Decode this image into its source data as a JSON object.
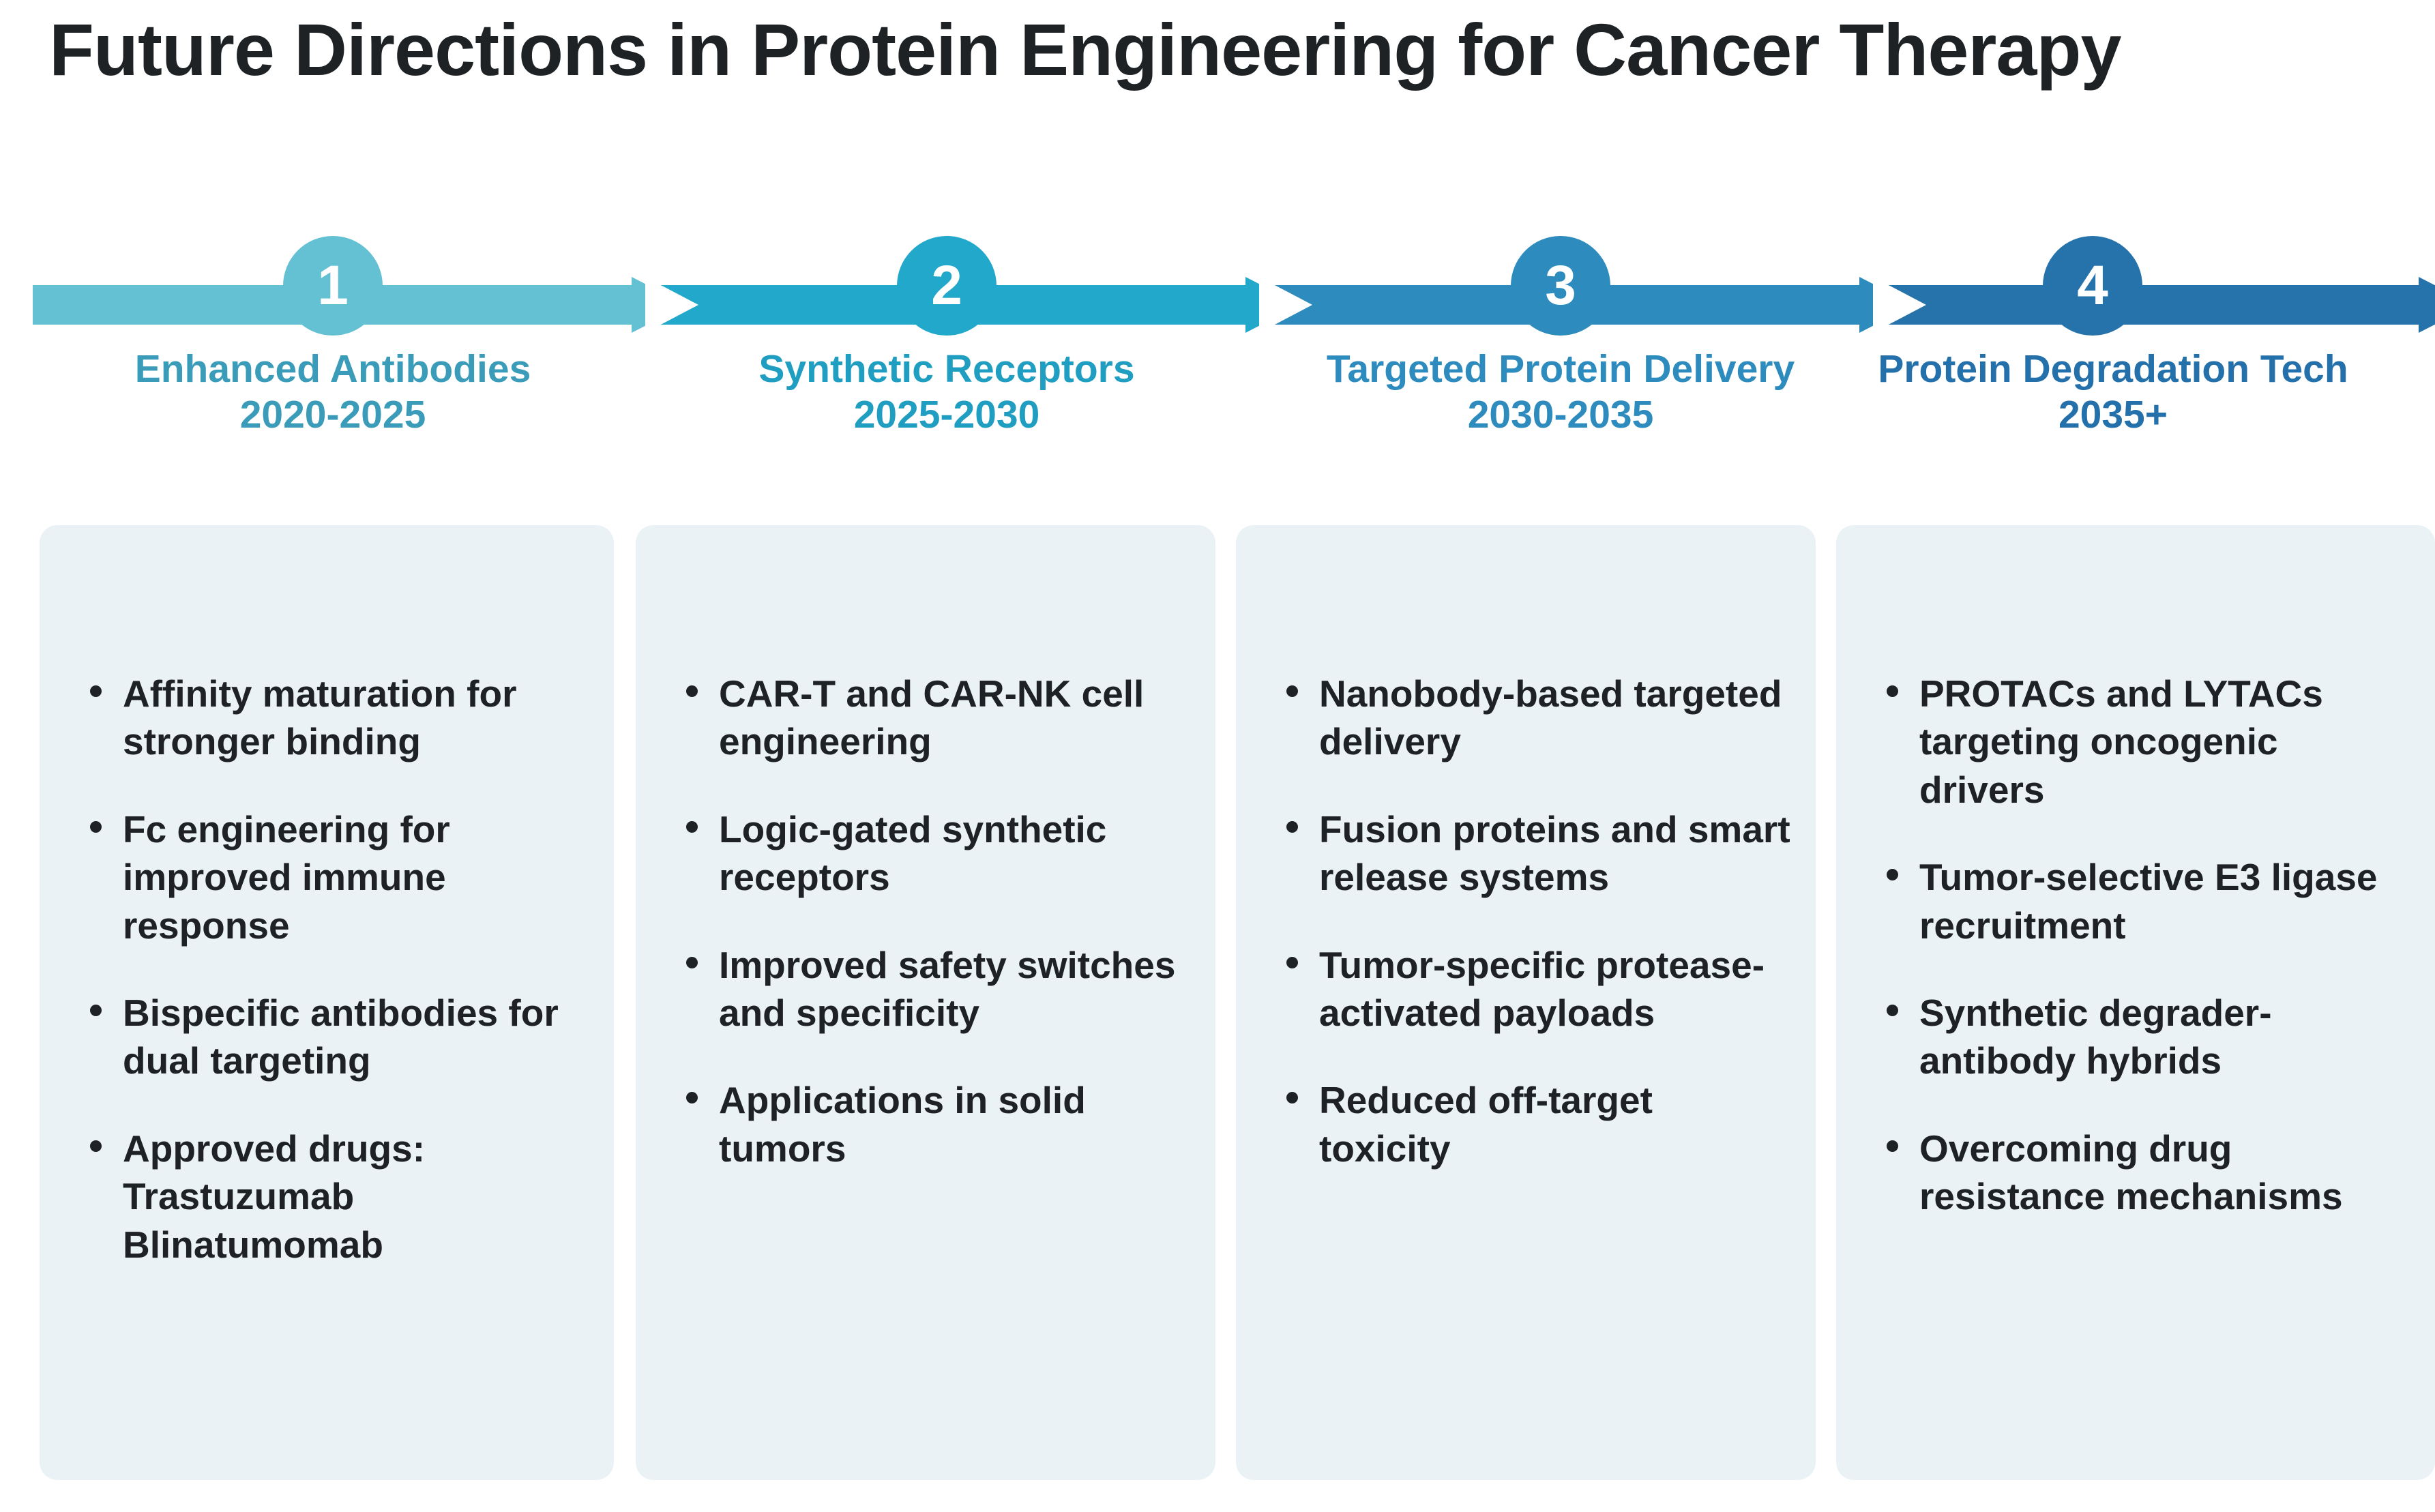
{
  "title": "Future Directions in Protein Engineering for Cancer Therapy",
  "colors": {
    "stage1": "#64c0d3",
    "stage2": "#22a8cb",
    "stage3": "#2d8bbd",
    "stage4": "#2673ab",
    "card_bg": "#eaf2f5",
    "text": "#1f2224",
    "page_bg": "#ffffff"
  },
  "timeline": {
    "stages": [
      {
        "number": "1",
        "name": "Enhanced Antibodies",
        "range": "2020-2025",
        "color": "#64c0d3",
        "label_color": "#3a9cb8"
      },
      {
        "number": "2",
        "name": "Synthetic Receptors",
        "range": "2025-2030",
        "color": "#22a8cb",
        "label_color": "#1f9ec1"
      },
      {
        "number": "3",
        "name": "Targeted Protein Delivery",
        "range": "2030-2035",
        "color": "#2d8bbd",
        "label_color": "#2d8bbd"
      },
      {
        "number": "4",
        "name": "Protein Degradation Tech",
        "range": "2035+",
        "color": "#2673ab",
        "label_color": "#2470ab"
      }
    ]
  },
  "cards": [
    {
      "stage": "1",
      "bullets": [
        "Affinity maturation for stronger binding",
        "Fc engineering for improved immune response",
        "Bispecific antibodies for dual targeting",
        "Approved drugs: Trastuzumab Blinatumomab"
      ]
    },
    {
      "stage": "2",
      "bullets": [
        "CAR-T and CAR-NK cell engineering",
        "Logic-gated synthetic receptors",
        "Improved safety switches and specificity",
        "Applications in solid tumors"
      ]
    },
    {
      "stage": "3",
      "bullets": [
        "Nanobody-based targeted delivery",
        "Fusion proteins and smart release systems",
        "Tumor-specific protease-activated payloads",
        "Reduced off-target toxicity"
      ]
    },
    {
      "stage": "4",
      "bullets": [
        "PROTACs and LYTACs targeting oncogenic drivers",
        "Tumor-selective E3 ligase recruitment",
        "Synthetic degrader-antibody hybrids",
        "Overcoming drug resistance mechanisms"
      ]
    }
  ]
}
